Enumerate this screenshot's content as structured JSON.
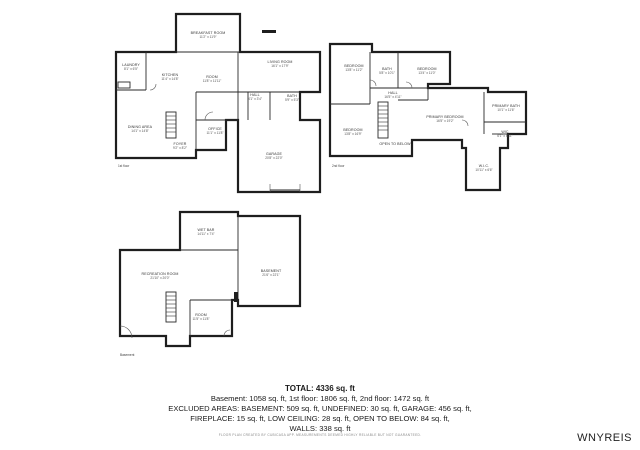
{
  "floors": {
    "first": {
      "label": "1st floor"
    },
    "second": {
      "label": "2nd floor"
    },
    "basement": {
      "label": "Basement"
    }
  },
  "rooms": {
    "breakfast": {
      "name": "BREAKFAST ROOM",
      "dim": "11'2\" x 11'9\""
    },
    "living": {
      "name": "LIVING ROOM",
      "dim": "16'1\" x 17'9\""
    },
    "laundry": {
      "name": "LAUNDRY",
      "dim": "8'1\" x 6'5\""
    },
    "kitchen": {
      "name": "KITCHEN",
      "dim": "11'4\" x 14'8\""
    },
    "room1": {
      "name": "ROOM",
      "dim": "11'8\" x 11'11\""
    },
    "hall": {
      "name": "HALL",
      "dim": "4'1\" x 3'4\""
    },
    "bath1": {
      "name": "BATH",
      "dim": "5'9\" x 5'3\""
    },
    "dining": {
      "name": "DINING AREA",
      "dim": "14'1\" x 14'8\""
    },
    "office": {
      "name": "OFFICE",
      "dim": "11'1\" x 11'8\""
    },
    "foyer": {
      "name": "FOYER",
      "dim": "9'2\" x 8'2\""
    },
    "garage": {
      "name": "GARAGE",
      "dim": "20'8\" x 22'0\""
    },
    "bed1": {
      "name": "BEDROOM",
      "dim": "13'8\" x 11'2\""
    },
    "bath2": {
      "name": "BATH",
      "dim": "5'8\" x 10'1\""
    },
    "bed2": {
      "name": "BEDROOM",
      "dim": "13'4\" x 11'0\""
    },
    "hall2": {
      "name": "HALL",
      "dim": "16'5\" x 4'11\""
    },
    "bed3": {
      "name": "BEDROOM",
      "dim": "13'8\" x 16'9\""
    },
    "primary": {
      "name": "PRIMARY BEDROOM",
      "dim": "16'5\" x 19'2\""
    },
    "primarybath": {
      "name": "PRIMARY BATH",
      "dim": "10'1\" x 11'6\""
    },
    "wic": {
      "name": "WIC",
      "dim": "6'1\" x 6'11\""
    },
    "wic2": {
      "name": "W.I.C.",
      "dim": "10'11\" x 6'6\""
    },
    "opentobelow": {
      "name": "OPEN TO BELOW",
      "dim": ""
    },
    "wetbar": {
      "name": "WET BAR",
      "dim": "14'11\" x 7'4\""
    },
    "recreation": {
      "name": "RECREATION ROOM",
      "dim": "21'10\" x 20'0\""
    },
    "basementroom": {
      "name": "BASEMENT",
      "dim": "21'6\" x 22'1\""
    },
    "room2": {
      "name": "ROOM",
      "dim": "11'5\" x 11'8\""
    }
  },
  "summary": {
    "total": "TOTAL: 4336 sq. ft",
    "line1": "Basement: 1058 sq. ft, 1st floor: 1806 sq. ft, 2nd floor: 1472 sq. ft",
    "line2": "EXCLUDED AREAS: BASEMENT: 509 sq. ft, UNDEFINED: 30 sq. ft, GARAGE: 456 sq. ft,",
    "line3": "FIREPLACE: 15 sq. ft, LOW CEILING: 28 sq. ft, OPEN TO BELOW: 84 sq. ft,",
    "line4": "WALLS: 338 sq. ft",
    "disclaimer": "FLOOR PLAN CREATED BY CUBICASA APP. MEASUREMENTS DEEMED HIGHLY RELIABLE BUT NOT GUARANTEED."
  },
  "brand": "WNYREIS"
}
